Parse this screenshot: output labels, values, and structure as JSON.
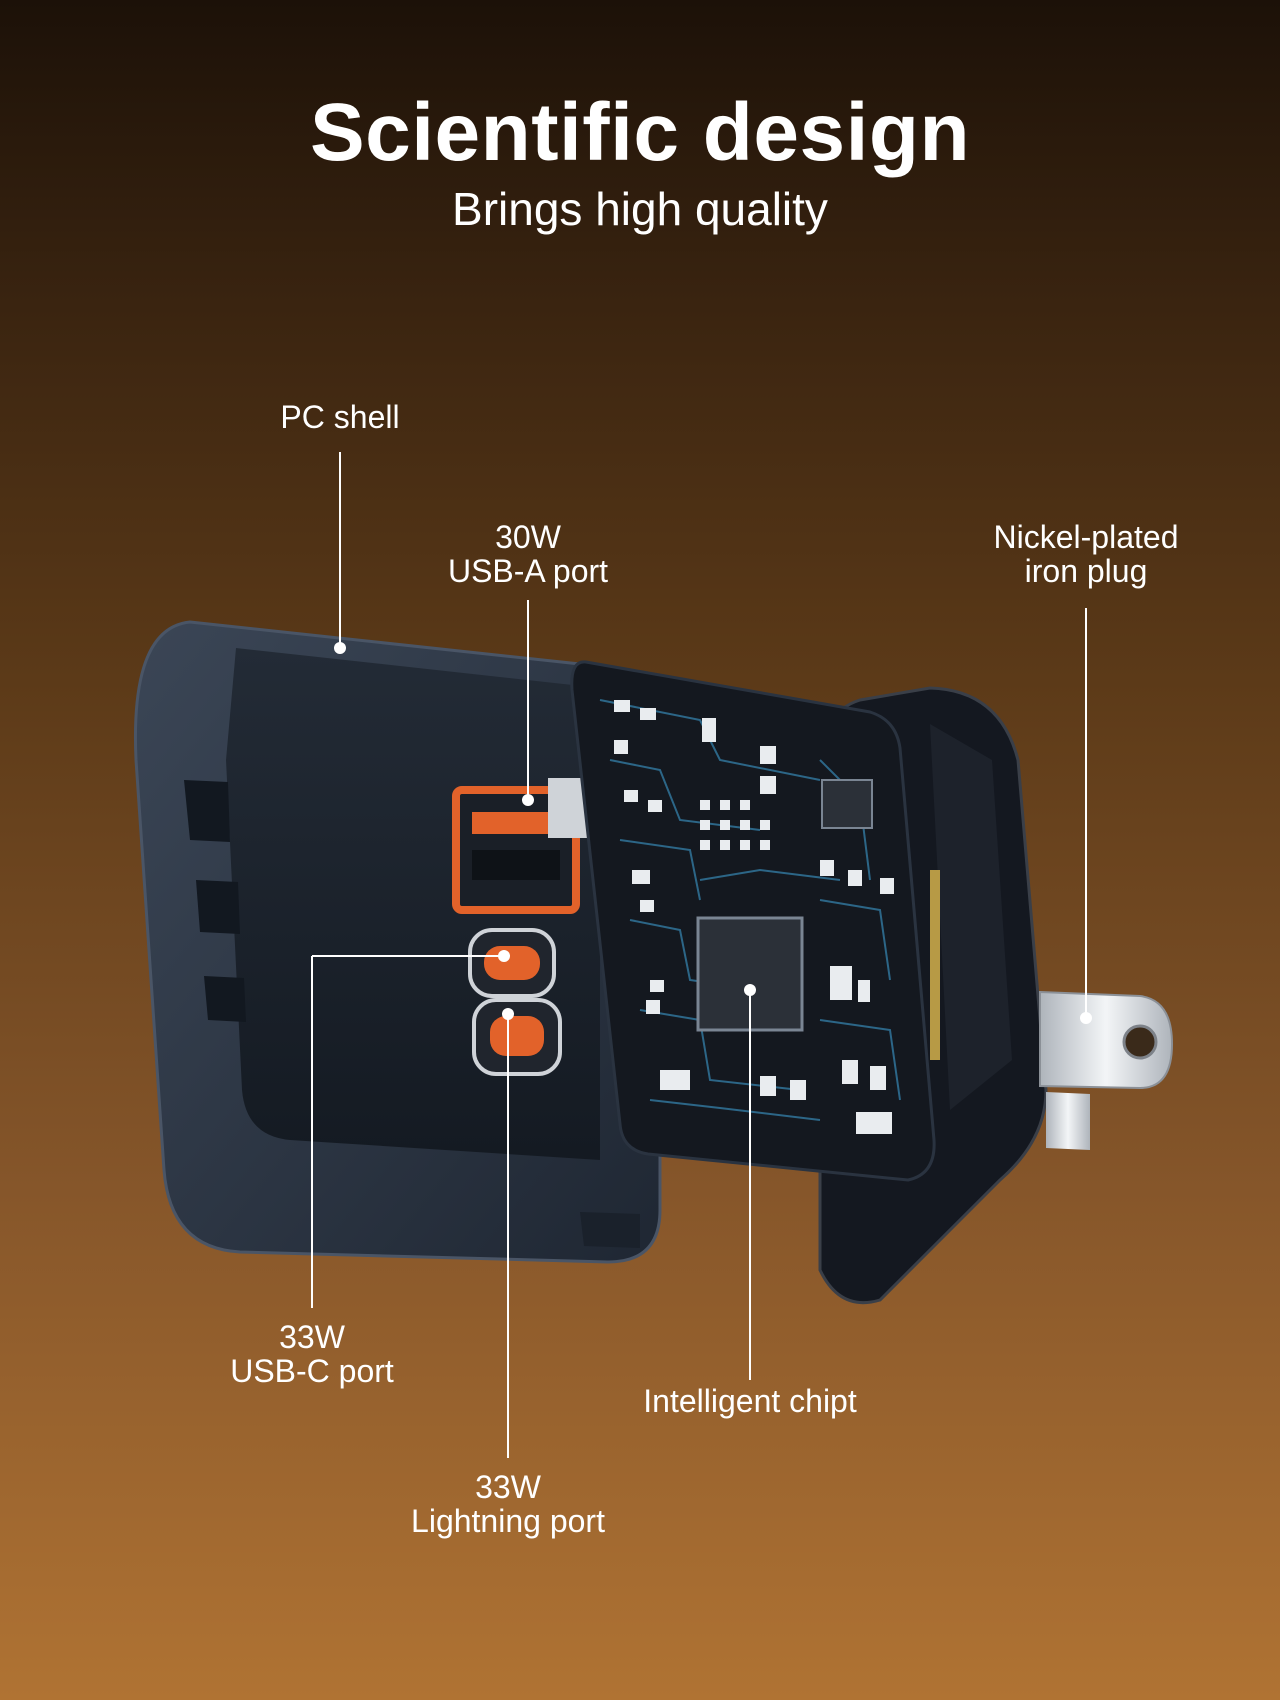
{
  "header": {
    "title": "Scientific design",
    "subtitle": "Brings high quality"
  },
  "callouts": {
    "pc_shell": "PC shell",
    "usb_a": {
      "line1": "30W",
      "line2": "USB-A port"
    },
    "nickel_plug": {
      "line1": "Nickel-plated",
      "line2": "iron plug"
    },
    "usb_c": {
      "line1": "33W",
      "line2": "USB-C port"
    },
    "chip": "Intelligent chipt",
    "lightning": {
      "line1": "33W",
      "line2": "Lightning port"
    }
  },
  "colors": {
    "background_top": "#1c1108",
    "background_bottom": "#b07333",
    "shell": "#2c3644",
    "pcb": "#14181f",
    "trace": "#2f6f93",
    "port_accent": "#e2622a",
    "plug_metal": "#d9dde2"
  }
}
